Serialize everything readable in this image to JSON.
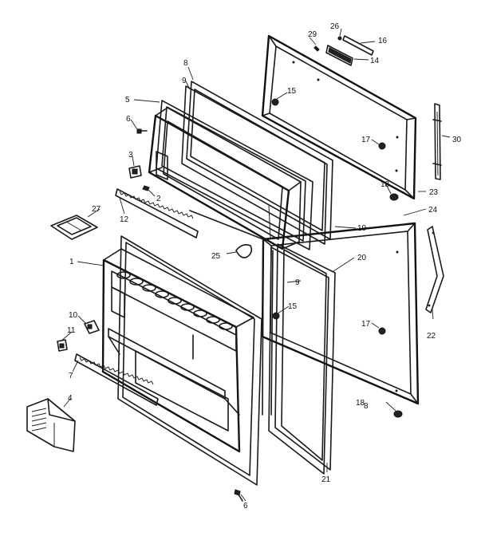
{
  "diagram": {
    "callouts": [
      {
        "id": "1",
        "label": "1"
      },
      {
        "id": "2",
        "label": "2"
      },
      {
        "id": "3",
        "label": "3"
      },
      {
        "id": "4",
        "label": "4"
      },
      {
        "id": "5",
        "label": "5"
      },
      {
        "id": "6a",
        "label": "6"
      },
      {
        "id": "6b",
        "label": "6"
      },
      {
        "id": "7",
        "label": "7"
      },
      {
        "id": "8a",
        "label": "8"
      },
      {
        "id": "8b",
        "label": "8"
      },
      {
        "id": "9a",
        "label": "9"
      },
      {
        "id": "9b",
        "label": "9"
      },
      {
        "id": "10",
        "label": "10"
      },
      {
        "id": "11",
        "label": "11"
      },
      {
        "id": "12",
        "label": "12"
      },
      {
        "id": "14",
        "label": "14"
      },
      {
        "id": "15a",
        "label": "15"
      },
      {
        "id": "15b",
        "label": "15"
      },
      {
        "id": "16",
        "label": "16"
      },
      {
        "id": "17a",
        "label": "17"
      },
      {
        "id": "17b",
        "label": "17"
      },
      {
        "id": "18a",
        "label": "18"
      },
      {
        "id": "18b",
        "label": "18"
      },
      {
        "id": "19",
        "label": "19"
      },
      {
        "id": "20",
        "label": "20"
      },
      {
        "id": "21",
        "label": "21"
      },
      {
        "id": "22",
        "label": "22"
      },
      {
        "id": "23",
        "label": "23"
      },
      {
        "id": "24",
        "label": "24"
      },
      {
        "id": "25",
        "label": "25"
      },
      {
        "id": "26",
        "label": "26"
      },
      {
        "id": "27",
        "label": "27"
      },
      {
        "id": "29",
        "label": "29"
      },
      {
        "id": "30",
        "label": "30"
      }
    ]
  }
}
